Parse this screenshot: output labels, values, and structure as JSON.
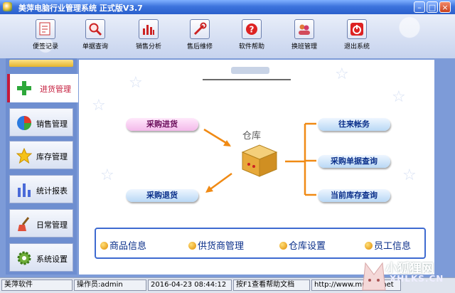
{
  "window": {
    "title": "美萍电脑行业管理系统  正式版V3.7"
  },
  "toolbar": {
    "buttons": [
      {
        "label": "便签记录",
        "icon": "notepad-icon"
      },
      {
        "label": "单据查询",
        "icon": "magnifier-icon"
      },
      {
        "label": "销售分析",
        "icon": "bar-chart-icon"
      },
      {
        "label": "售后维修",
        "icon": "wrench-icon"
      },
      {
        "label": "软件帮助",
        "icon": "help-icon"
      },
      {
        "label": "换班管理",
        "icon": "users-icon"
      },
      {
        "label": "退出系统",
        "icon": "power-icon"
      }
    ]
  },
  "sidebar": {
    "items": [
      {
        "label": "进货管理",
        "icon": "plus-icon",
        "active": true
      },
      {
        "label": "销售管理",
        "icon": "pie-chart-icon"
      },
      {
        "label": "库存管理",
        "icon": "star-icon"
      },
      {
        "label": "统计报表",
        "icon": "bar-chart-icon"
      },
      {
        "label": "日常管理",
        "icon": "broom-icon"
      },
      {
        "label": "系统设置",
        "icon": "gear-icon"
      }
    ]
  },
  "main": {
    "center_label": "仓库",
    "left_actions": {
      "purchase": "采购进货",
      "return": "采购退货"
    },
    "right_actions": {
      "accounts": "往来帐务",
      "order_query": "采购单据查询",
      "stock_query": "当前库存查询"
    },
    "info_items": [
      "商品信息",
      "供货商管理",
      "仓库设置",
      "员工信息"
    ]
  },
  "status": {
    "app": "美萍软件",
    "operator": "操作员:admin",
    "datetime": "2016-04-23 08:44:12",
    "help_hint": "按F1查看帮助文档",
    "website": "http://www.mpsoft.net"
  },
  "watermark": {
    "text": "小狐狸网",
    "sub": "XHLKS.CN"
  },
  "colors": {
    "accent": "#c41a3a",
    "link": "#0a2f8a",
    "frame": "#7d9bd8"
  }
}
